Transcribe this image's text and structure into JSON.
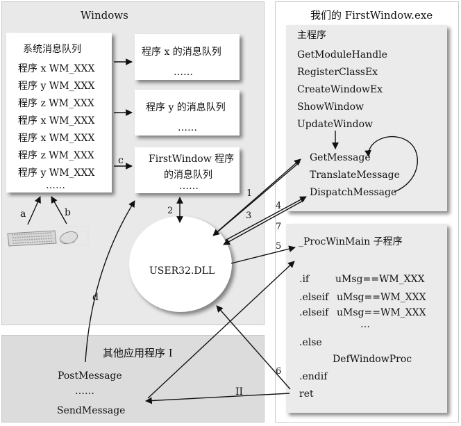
{
  "windows_panel": {
    "title": "Windows"
  },
  "system_queue": {
    "title": "系统消息队列",
    "rows": [
      "程序 x WM_XXX",
      "程序 y WM_XXX",
      "程序 z WM_XXX",
      "程序 x WM_XXX",
      "程序 x WM_XXX",
      "程序 z WM_XXX",
      "程序 y WM_XXX"
    ],
    "ellipsis": "……"
  },
  "queue_x": {
    "title": "程序 x 的消息队列",
    "ellipsis": "……"
  },
  "queue_y": {
    "title": "程序 y 的消息队列",
    "ellipsis": "……"
  },
  "queue_fw": {
    "line1": "FirstWindow 程序",
    "line2": "的消息队列",
    "ellipsis": "……"
  },
  "user32": {
    "label": "USER32.DLL"
  },
  "firstwindow_panel": {
    "title": "我们的 FirstWindow.exe"
  },
  "main_program": {
    "title": "主程序",
    "calls": [
      "GetModuleHandle",
      "RegisterClassEx",
      "CreateWindowEx",
      "ShowWindow",
      "UpdateWindow"
    ],
    "loop": [
      "GetMessage",
      "TranslateMessage",
      "DispatchMessage"
    ]
  },
  "winproc": {
    "title": "_ProcWinMain 子程序",
    "if_kw": ".if",
    "if_cond": "uMsg==WM_XXX",
    "elseif1_kw": ".elseif",
    "elseif1_cond": "uMsg==WM_XXX",
    "elseif2_kw": ".elseif",
    "elseif2_cond": "uMsg==WM_XXX",
    "dots": "…",
    "else_kw": ".else",
    "default_call": "DefWindowProc",
    "endif_kw": ".endif",
    "ret_kw": "ret"
  },
  "other_app": {
    "title": "其他应用程序 I",
    "post": "PostMessage",
    "dots": "……",
    "send": "SendMessage"
  },
  "labels": {
    "a": "a",
    "b": "b",
    "c": "c",
    "d": "d",
    "n1": "1",
    "n2": "2",
    "n3": "3",
    "n4": "4",
    "n5": "5",
    "n6": "6",
    "n7": "7",
    "roman2": "II"
  },
  "devices": {
    "keyboard_icon": "keyboard-icon",
    "mouse_icon": "mouse-icon"
  }
}
